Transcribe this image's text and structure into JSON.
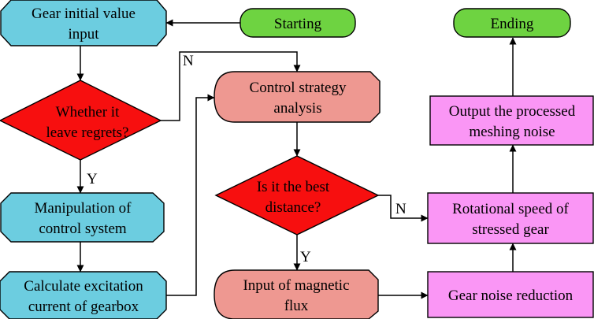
{
  "colors": {
    "terminal": "#6ed341",
    "process_blue": "#6ccde0",
    "decision": "#f70f0f",
    "process_salmon": "#ee9891",
    "process_pink": "#fa96f5",
    "line": "#000000"
  },
  "nodes": {
    "starting": {
      "lines": [
        "Starting"
      ]
    },
    "gear_initial_value_input": {
      "lines": [
        "Gear initial value",
        "input"
      ]
    },
    "whether_leave_regrets": {
      "lines": [
        "Whether it",
        "leave regrets?"
      ]
    },
    "manipulation_control_system": {
      "lines": [
        "Manipulation of",
        "control system"
      ]
    },
    "calculate_excitation_current": {
      "lines": [
        "Calculate excitation",
        "current of gearbox"
      ]
    },
    "control_strategy_analysis": {
      "lines": [
        "Control strategy",
        "analysis"
      ]
    },
    "is_best_distance": {
      "lines": [
        "Is it the best",
        "distance?"
      ]
    },
    "input_magnetic_flux": {
      "lines": [
        "Input of magnetic",
        "flux"
      ]
    },
    "gear_noise_reduction": {
      "lines": [
        "Gear noise reduction"
      ]
    },
    "rotational_speed_stressed_gear": {
      "lines": [
        "Rotational speed of",
        "stressed gear"
      ]
    },
    "output_processed_meshing_noise": {
      "lines": [
        "Output the processed",
        "meshing noise"
      ]
    },
    "ending": {
      "lines": [
        "Ending"
      ]
    }
  },
  "edge_labels": {
    "regrets_no": "N",
    "regrets_yes": "Y",
    "distance_no": "N",
    "distance_yes": "Y"
  }
}
